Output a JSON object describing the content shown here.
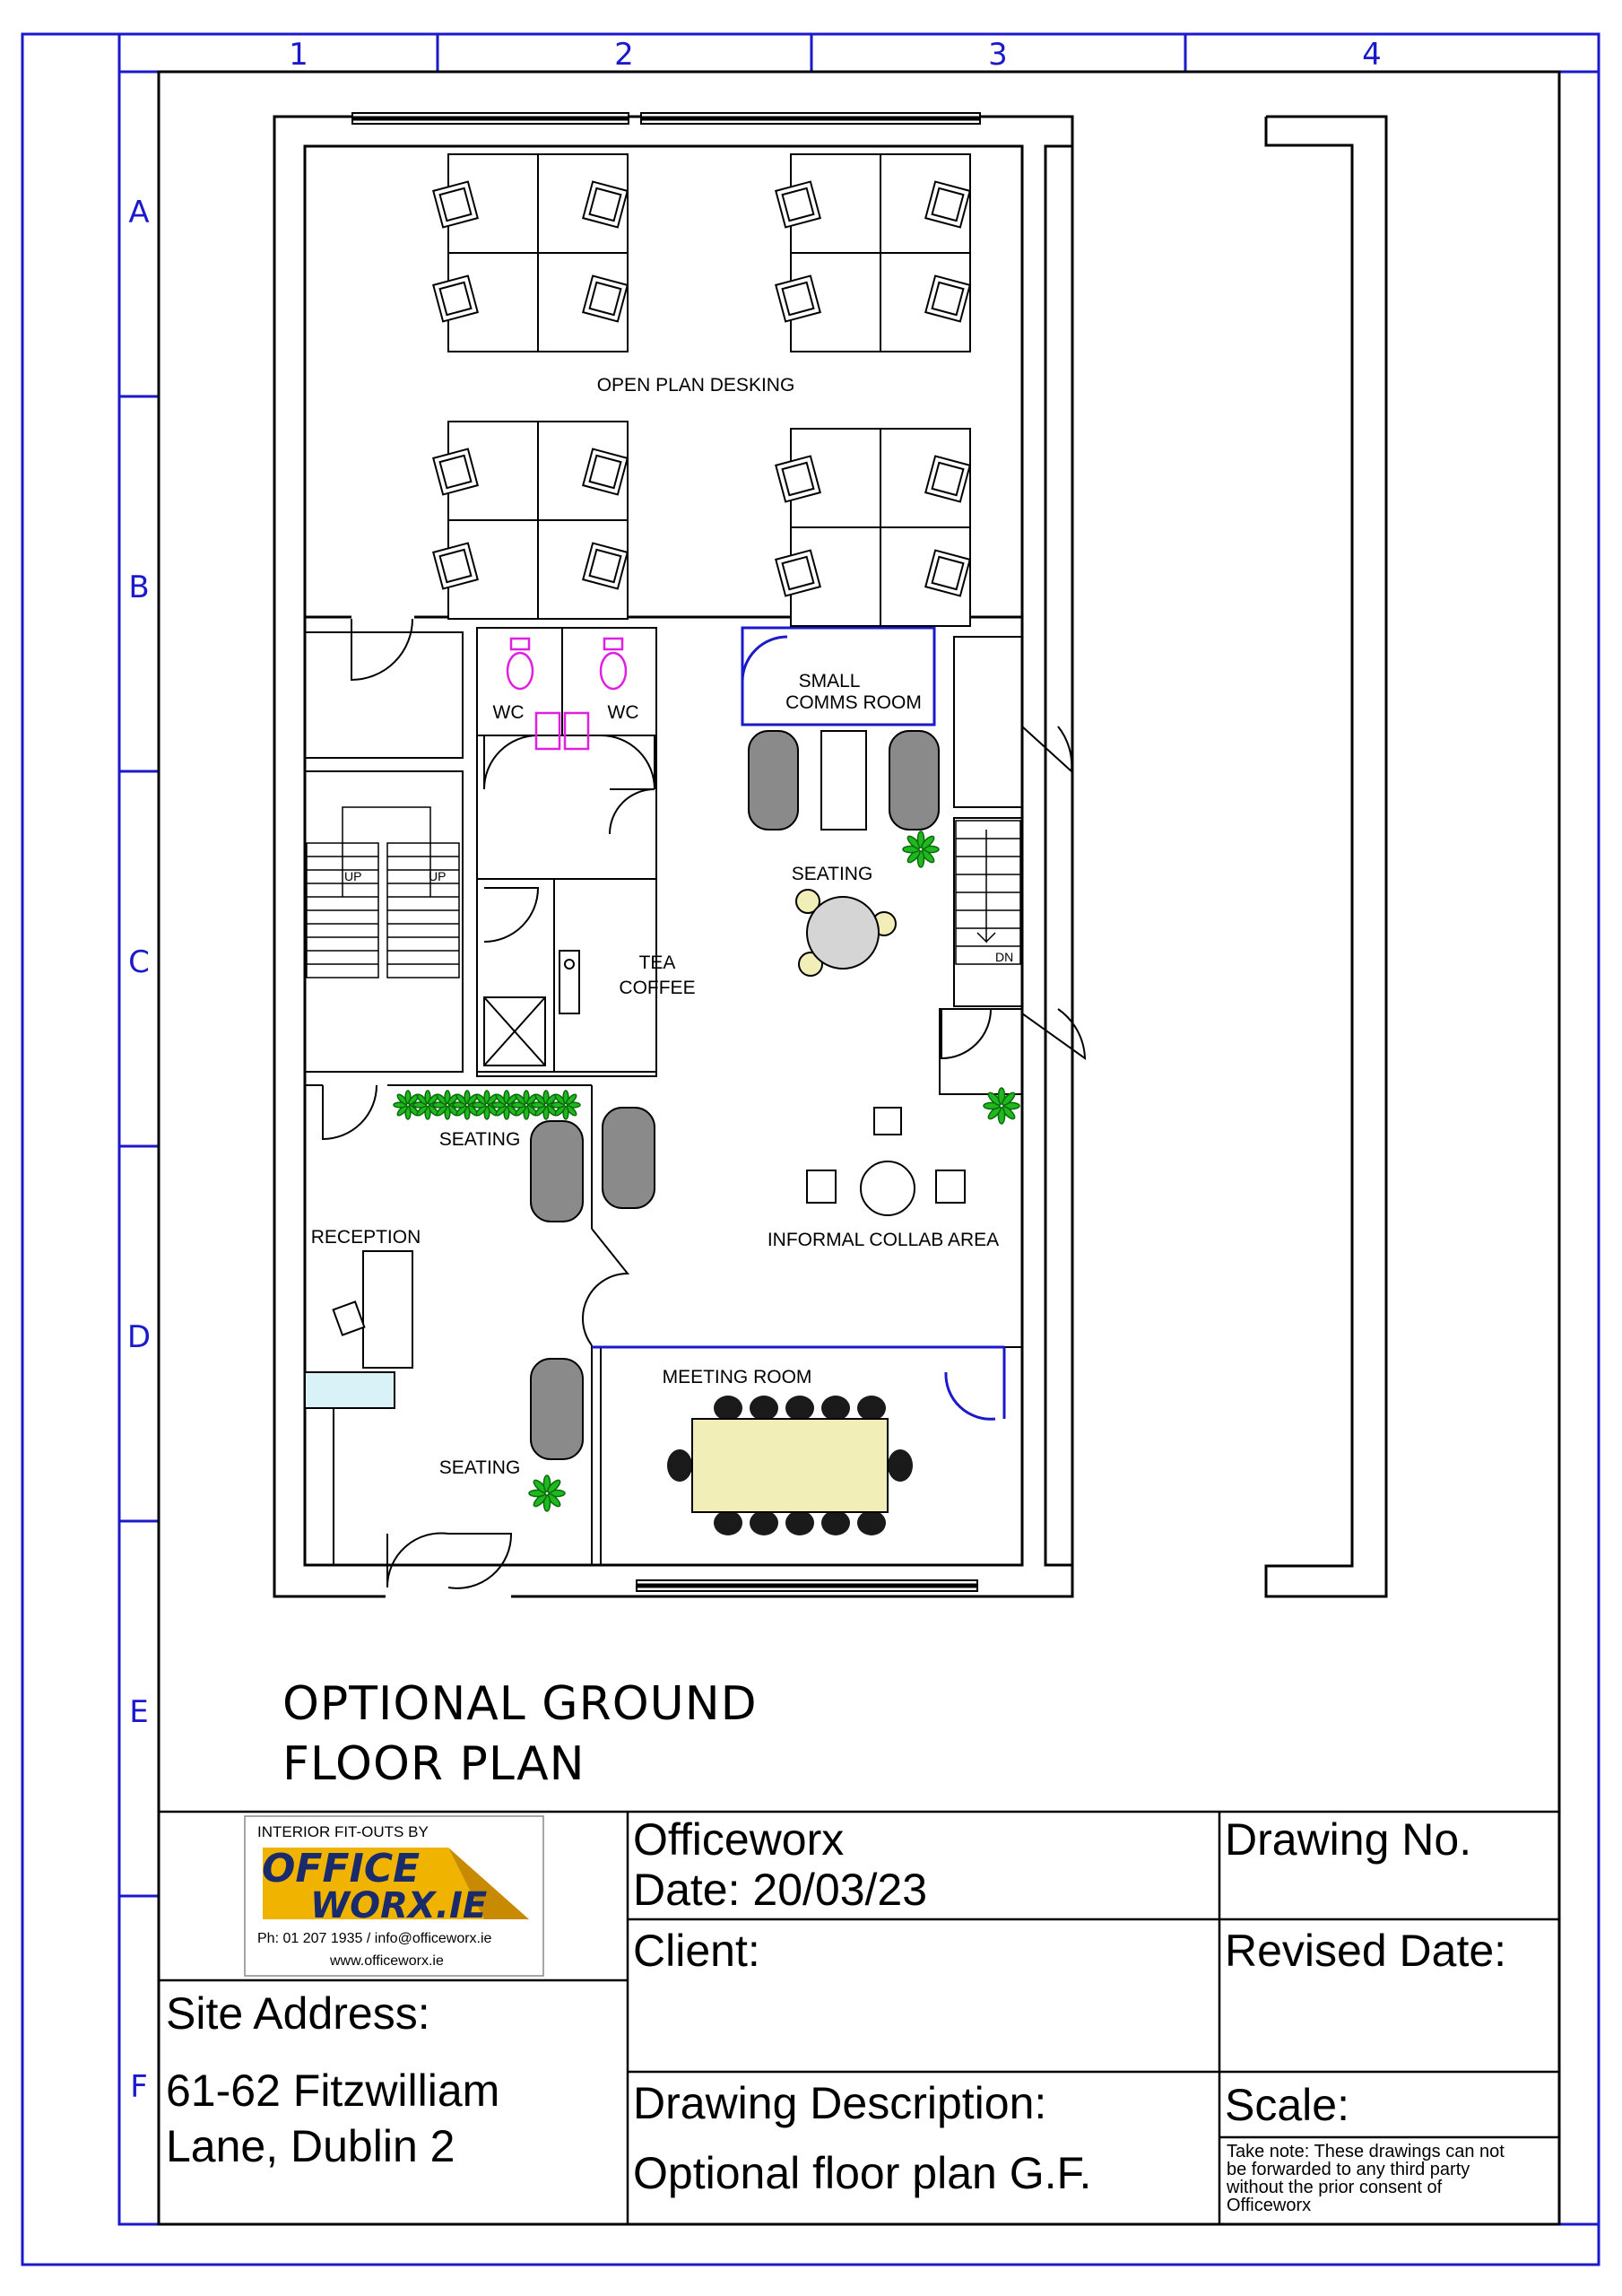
{
  "grid": {
    "columns": [
      "1",
      "2",
      "3",
      "4"
    ],
    "rows": [
      "A",
      "B",
      "C",
      "D",
      "E",
      "F"
    ]
  },
  "rooms": {
    "open_plan": "OPEN PLAN DESKING",
    "wc_left": "WC",
    "wc_right": "WC",
    "comms_line1": "SMALL",
    "comms_line2": "COMMS ROOM",
    "seating_upper": "SEATING",
    "tea": "TEA",
    "coffee": "COFFEE",
    "stair_up_1": "UP",
    "stair_up_2": "UP",
    "stair_dn": "DN",
    "seating_mid": "SEATING",
    "reception": "RECEPTION",
    "collab": "INFORMAL COLLAB AREA",
    "meeting": "MEETING ROOM",
    "seating_lower": "SEATING"
  },
  "title": {
    "line1": "OPTIONAL GROUND",
    "line2": "FLOOR PLAN"
  },
  "logo": {
    "tagline": "INTERIOR FIT-OUTS BY",
    "word1": "OFFICE",
    "word2": "WORX.IE",
    "contact": "Ph: 01 207 1935  /  info@officeworx.ie",
    "web": "www.officeworx.ie"
  },
  "title_block": {
    "company": "Officeworx",
    "date": "Date: 20/03/23",
    "drawing_no": "Drawing No.",
    "client": "Client:",
    "revised_date": "Revised Date:",
    "site_address_label": "Site Address:",
    "site_address_line1": "61-62 Fitzwilliam",
    "site_address_line2": "Lane, Dublin 2",
    "description_label": "Drawing Description:",
    "description_value": "Optional floor plan G.F.",
    "scale": "Scale:",
    "note_line1": "Take note: These drawings can not",
    "note_line2": "be forwarded to any third party",
    "note_line3": "without the prior consent of",
    "note_line4": "Officeworx"
  },
  "colors": {
    "border": "#1a1acc",
    "plants": "#1fb81f",
    "wc_fixtures": "#e020e0",
    "meeting_table": "#f2eeb8",
    "seating": "#8a8a8a",
    "reception_counter": "#d8f2f8",
    "round_table_chairs": "#f2eeb8"
  }
}
